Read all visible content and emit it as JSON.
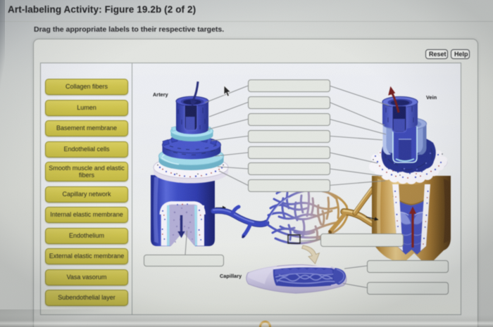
{
  "page": {
    "title": "Art-labeling Activity: Figure 19.2b (2 of 2)",
    "instruction": "Drag the appropriate labels to their respective targets."
  },
  "toolbar": {
    "reset": "Reset",
    "help": "Help"
  },
  "label_bank": {
    "items": [
      "Collagen fibers",
      "Lumen",
      "Basement membrane",
      "Endothelial cells",
      "Smooth muscle and elastic fibers",
      "Capillary network",
      "Internal elastic membrane",
      "Endothelium",
      "External elastic membrane",
      "Vasa vasorum",
      "Subendothelial layer"
    ]
  },
  "diagram": {
    "annotations": {
      "artery": "Artery",
      "vein": "Vein",
      "capillary": "Capillary"
    },
    "drop_target_count": 11,
    "colors": {
      "label_fill": "#d2c74f",
      "label_border": "#8f8a2c",
      "target_fill": "#e4e7e2",
      "target_border": "#8d918e",
      "artery_blue": "#2c3fd8",
      "vein_tan": "#c08a2a",
      "leader_line": "#84878a"
    }
  }
}
